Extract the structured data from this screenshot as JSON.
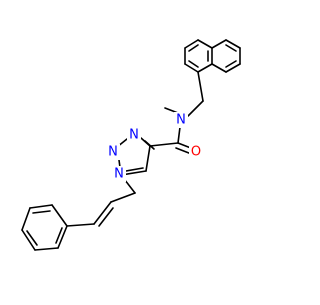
{
  "molecule": {
    "atom_labels": {
      "amide_oxygen": "O",
      "amide_nitrogen": "N",
      "triazole_n1": "N",
      "triazole_n2": "N",
      "triazole_n3": "N"
    },
    "colors": {
      "bond": "#000000",
      "nitrogen": "#0000ff",
      "oxygen": "#ff0000",
      "background": "#ffffff"
    }
  }
}
